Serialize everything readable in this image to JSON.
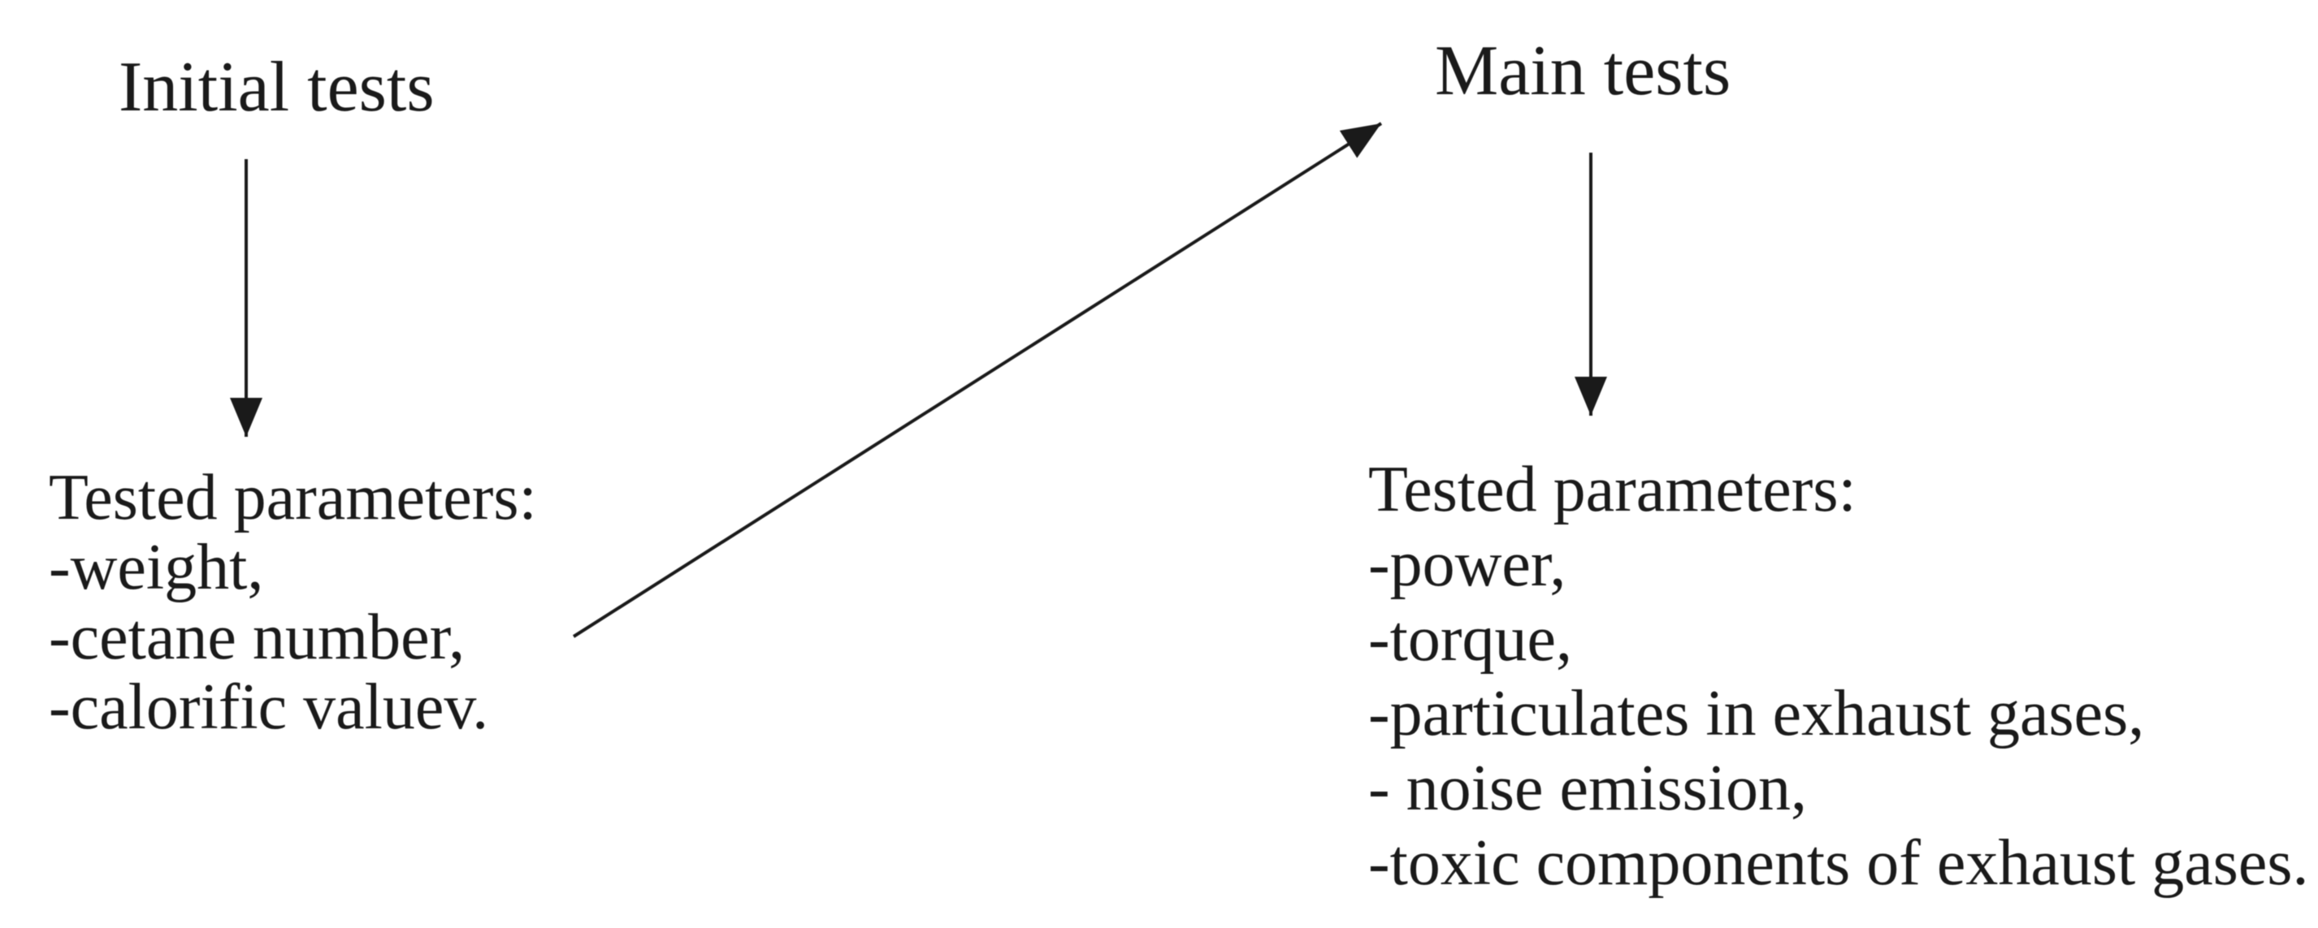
{
  "page": {
    "background_color": "#ffffff",
    "ink_color": "#1a1a1a"
  },
  "initial_tests": {
    "title": "Initial tests",
    "params_heading": "Tested parameters:",
    "params": [
      "-weight,",
      "-cetane number,",
      "-calorific valuev."
    ]
  },
  "main_tests": {
    "title": "Main tests",
    "params_heading": "Tested parameters:",
    "params": [
      "-power,",
      "-torque,",
      "-particulates in exhaust gases,",
      "- noise emission,",
      "-toxic components of exhaust gases."
    ]
  },
  "arrows": [
    {
      "name": "arrow-initial-to-params",
      "direction": "down",
      "from": "Initial tests",
      "to": "Tested parameters (initial)"
    },
    {
      "name": "arrow-params-to-main-tests",
      "direction": "up-right",
      "from": "Tested parameters (initial)",
      "to": "Main tests"
    },
    {
      "name": "arrow-main-to-params",
      "direction": "down",
      "from": "Main tests",
      "to": "Tested parameters (main)"
    }
  ]
}
